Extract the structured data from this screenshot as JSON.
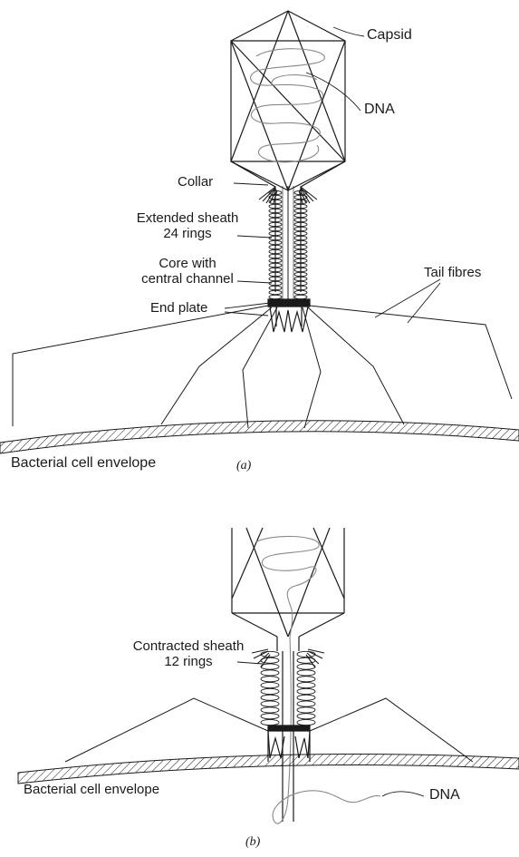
{
  "panel_a": {
    "labels": {
      "capsid": "Capsid",
      "dna": "DNA",
      "collar": "Collar",
      "extended_sheath_1": "Extended sheath",
      "extended_sheath_2": "24 rings",
      "core_1": "Core with",
      "core_2": "central channel",
      "tail_fibres": "Tail fibres",
      "end_plate": "End plate",
      "envelope": "Bacterial cell envelope"
    },
    "caption": "(a)",
    "sheath_rings": 24
  },
  "panel_b": {
    "labels": {
      "contracted_sheath_1": "Contracted sheath",
      "contracted_sheath_2": "12 rings",
      "envelope": "Bacterial cell envelope",
      "dna": "DNA"
    },
    "caption": "(b)",
    "sheath_rings": 12
  },
  "colors": {
    "ink": "#1a1a1a",
    "dna": "#8a8a8a",
    "paper": "#ffffff"
  }
}
